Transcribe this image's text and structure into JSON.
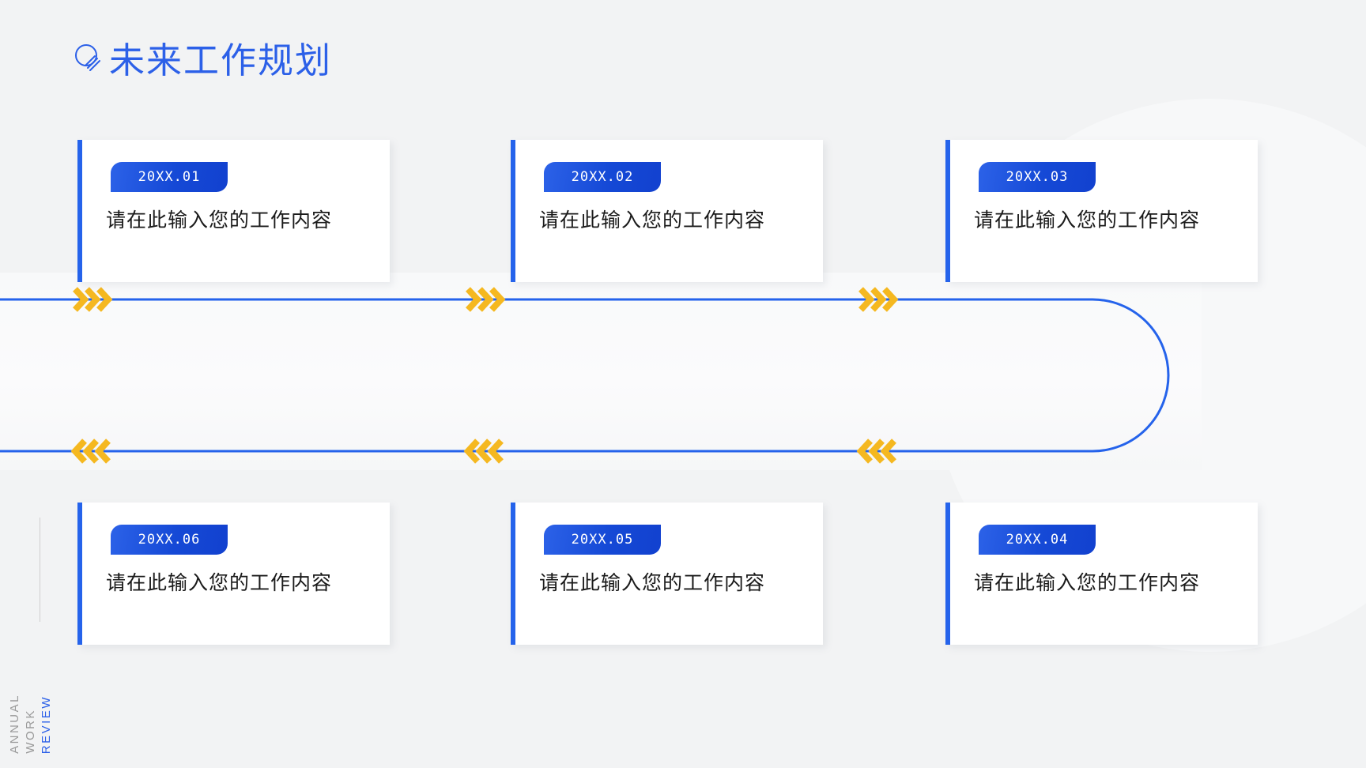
{
  "slide": {
    "title": "未来工作规划",
    "title_icon": "lightbulb-outline-icon",
    "accent_blue": "#2563eb",
    "accent_yellow": "#f5b820",
    "background": "#f2f3f4"
  },
  "cards": [
    {
      "badge": "20XX.01",
      "text": "请在此输入您的工作内容"
    },
    {
      "badge": "20XX.02",
      "text": "请在此输入您的工作内容"
    },
    {
      "badge": "20XX.03",
      "text": "请在此输入您的工作内容"
    },
    {
      "badge": "20XX.04",
      "text": "请在此输入您的工作内容"
    },
    {
      "badge": "20XX.05",
      "text": "请在此输入您的工作内容"
    },
    {
      "badge": "20XX.06",
      "text": "请在此输入您的工作内容"
    }
  ],
  "arrows": {
    "top_direction": "right",
    "bottom_direction": "left",
    "count_per_marker": 3
  },
  "side_label": {
    "line1": "ANNUAL",
    "line2": "WORK",
    "line3": "REVIEW"
  }
}
